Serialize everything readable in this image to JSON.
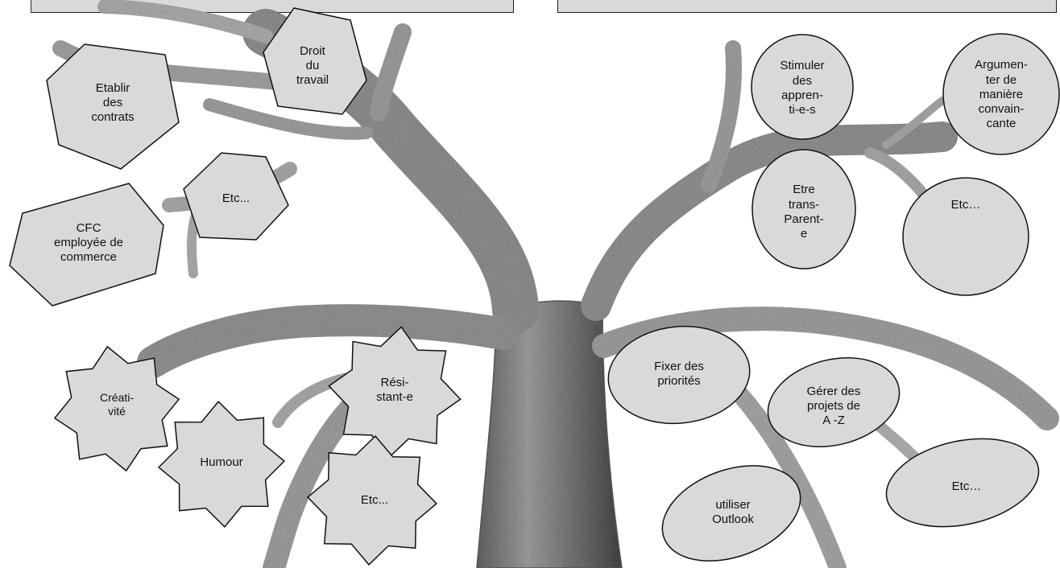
{
  "diagram": {
    "colors": {
      "shape_fill": "#d9d9d9",
      "shape_stroke": "#111111",
      "branch_dark": "#7a7a7a",
      "branch_mid": "#a6a6a6",
      "branch_light": "#cfcfcf"
    },
    "hexagons": {
      "etablir": "Etablir\ndes\ncontrats",
      "droit": "Droit\ndu\ntravail",
      "etc": "Etc...",
      "cfc": "CFC\nemployée de\ncommerce"
    },
    "circles": {
      "stimuler": "Stimuler\ndes\nappren-\nti-e-s",
      "argumenter": "Argumen-\nter de\nmanière\nconvain-\ncante",
      "etre": "Etre\ntrans-\nParent-\ne",
      "etc": "Etc…"
    },
    "stars": {
      "creativite": "Créati-\nvité",
      "humour": "Humour",
      "resistant": "Rési-\nstant-e",
      "etc": "Etc..."
    },
    "ellipses": {
      "fixer": "Fixer des\npriorités",
      "gerer": "Gérer des\nprojets de\nA -Z",
      "outlook": "utiliser\nOutlook",
      "etc": "Etc…"
    }
  }
}
